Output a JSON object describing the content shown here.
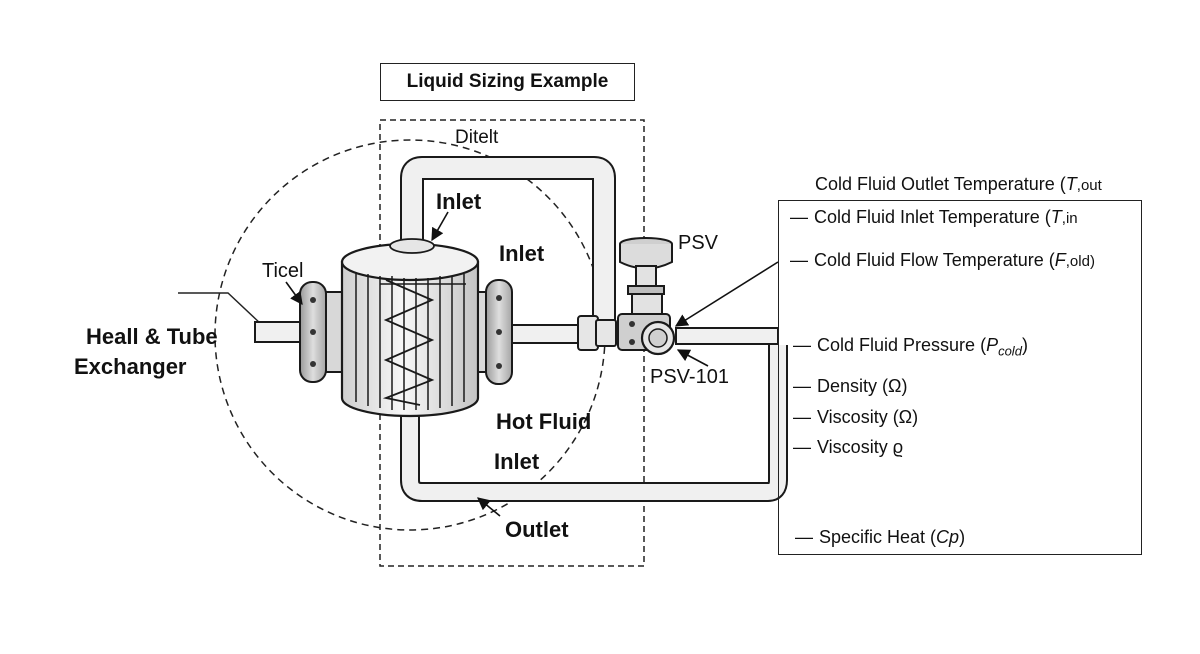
{
  "title": "Liquid Sizing Example",
  "labels": {
    "top_dashed": "Ditelt",
    "inlet_1": "Inlet",
    "inlet_2": "Inlet",
    "inlet_3": "Inlet",
    "ticel": "Ticel",
    "exchanger_line1": "Heall & Tube",
    "exchanger_line2": "Exchanger",
    "psv": "PSV",
    "psv_tag": "PSV-101",
    "hot_fluid": "Hot Fluid",
    "outlet": "Outlet"
  },
  "parameters": {
    "outlet_temp": {
      "text": "Cold Fluid Outlet Temperature (",
      "sym": "T",
      "sub": ",out"
    },
    "inlet_temp": {
      "dash": "—",
      "text": "Cold Fluid Inlet Temperature (",
      "sym": "T",
      "sub": ",in"
    },
    "flow_temp": {
      "dash": "—",
      "text": "Cold Fluid Flow Temperature (",
      "sym": "F",
      "sub": ",old)"
    },
    "pressure": {
      "dash": "—",
      "text": "Cold Fluid Pressure (",
      "sym": "P",
      "sub": "cold",
      "close": ")"
    },
    "density": {
      "dash": "—",
      "text": "Density (Ω)"
    },
    "viscosity_1": {
      "dash": "—",
      "text": "Viscosity (Ω)"
    },
    "viscosity_2": {
      "dash": "—",
      "text": "Viscosity ϱ"
    },
    "specific_heat": {
      "dash": "—",
      "text": "Specific Heat (",
      "sym": "Cp",
      "close": ")"
    }
  },
  "colors": {
    "line": "#1a1a1a",
    "pipe_fill": "#f0f0f0",
    "vessel_fill": "#e9e9e9",
    "flange_fill": "#bdbdbd"
  }
}
